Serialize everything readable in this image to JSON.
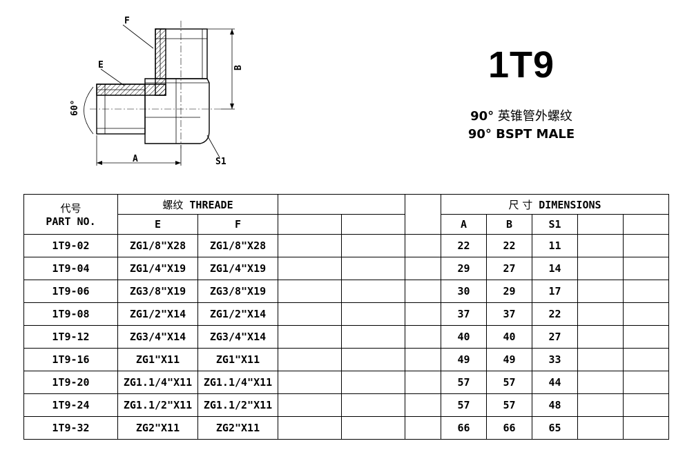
{
  "drawing": {
    "labels": {
      "f": "F",
      "e": "E",
      "b": "B",
      "a": "A",
      "s1": "S1",
      "angle": "60°"
    }
  },
  "product": {
    "code": "1T9",
    "desc_cn_deg": "90°",
    "desc_cn_text": "英锥管外螺纹",
    "desc_en": "90° BSPT MALE"
  },
  "table": {
    "headers": {
      "code_cn": "代号",
      "part_no": "PART NO.",
      "thread_cn": "螺纹",
      "thread_en": "THREADE",
      "dim_cn": "尺  寸",
      "dim_en": "DIMENSIONS",
      "e": "E",
      "f": "F",
      "a": "A",
      "b": "B",
      "s1": "S1"
    },
    "rows": [
      {
        "part": "1T9-02",
        "e": "ZG1/8\"X28",
        "f": "ZG1/8\"X28",
        "a": "22",
        "b": "22",
        "s1": "11"
      },
      {
        "part": "1T9-04",
        "e": "ZG1/4\"X19",
        "f": "ZG1/4\"X19",
        "a": "29",
        "b": "27",
        "s1": "14"
      },
      {
        "part": "1T9-06",
        "e": "ZG3/8\"X19",
        "f": "ZG3/8\"X19",
        "a": "30",
        "b": "29",
        "s1": "17"
      },
      {
        "part": "1T9-08",
        "e": "ZG1/2\"X14",
        "f": "ZG1/2\"X14",
        "a": "37",
        "b": "37",
        "s1": "22"
      },
      {
        "part": "1T9-12",
        "e": "ZG3/4\"X14",
        "f": "ZG3/4\"X14",
        "a": "40",
        "b": "40",
        "s1": "27"
      },
      {
        "part": "1T9-16",
        "e": "ZG1\"X11",
        "f": "ZG1\"X11",
        "a": "49",
        "b": "49",
        "s1": "33"
      },
      {
        "part": "1T9-20",
        "e": "ZG1.1/4\"X11",
        "f": "ZG1.1/4\"X11",
        "a": "57",
        "b": "57",
        "s1": "44"
      },
      {
        "part": "1T9-24",
        "e": "ZG1.1/2\"X11",
        "f": "ZG1.1/2\"X11",
        "a": "57",
        "b": "57",
        "s1": "48"
      },
      {
        "part": "1T9-32",
        "e": "ZG2\"X11",
        "f": "ZG2\"X11",
        "a": "66",
        "b": "66",
        "s1": "65"
      }
    ]
  }
}
